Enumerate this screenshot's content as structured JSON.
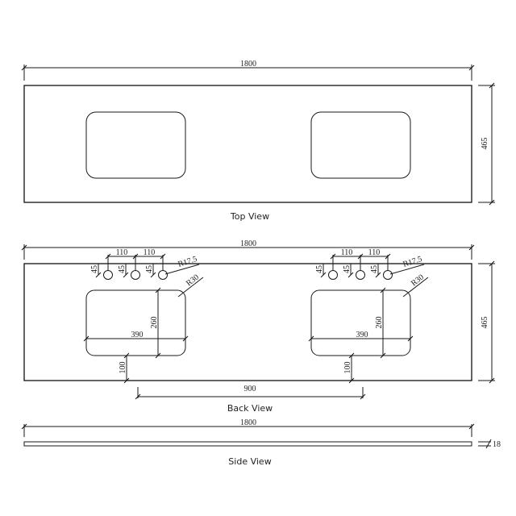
{
  "views": {
    "top": {
      "label": "Top View",
      "length": "1800",
      "depth": "465"
    },
    "back": {
      "label": "Back View",
      "length": "1800",
      "depth": "465",
      "tap_spacing_1": "110",
      "tap_spacing_2": "110",
      "tap_offset": "45",
      "tap_radius": "R17.5",
      "basin_corner_radius": "R30",
      "basin_width": "390",
      "basin_height": "260",
      "basin_front_offset": "100",
      "basin_center_spacing": "900"
    },
    "side": {
      "label": "Side View",
      "length": "1800",
      "thickness": "18"
    }
  }
}
